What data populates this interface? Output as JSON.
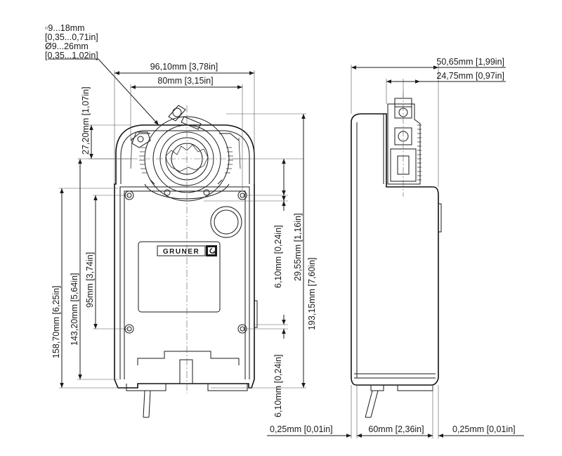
{
  "shaft_spec": {
    "line1": "▫9...18mm",
    "line2": "[0,35...0,71in]",
    "line3": "Ø9...26mm",
    "line4": "[0,35...1,02in]"
  },
  "brand": "GRUNER",
  "dimensions": {
    "width_total": "96,10mm [3,78in]",
    "width_mount": "80mm [3,15in]",
    "top_offset": "27,20mm [1,07in]",
    "height_158": "158,70mm [6,25in]",
    "height_143": "143,20mm [5,64in]",
    "height_95": "95mm [3,74in]",
    "right_29": "29,55mm [1,16in]",
    "right_6_top": "6,10mm [0,24in]",
    "right_193": "193,15mm [7,60in]",
    "right_6_bottom": "6,10mm [0,24in]",
    "side_depth": "50,65mm [1,99in]",
    "side_clamp": "24,75mm [0,97in]",
    "bottom_left": "0,25mm [0,01in]",
    "bottom_mid": "60mm [2,36in]",
    "bottom_right": "0,25mm [0,01in]"
  }
}
